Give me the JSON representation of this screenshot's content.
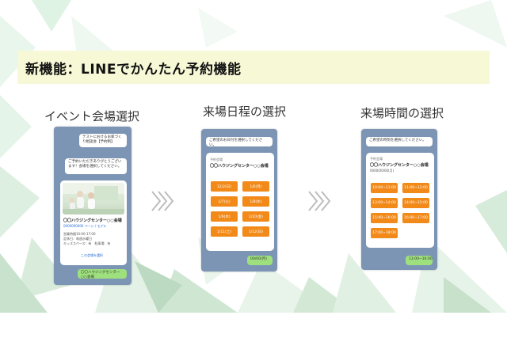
{
  "header": {
    "title": "新機能：LINEでかんたん予約機能"
  },
  "steps": [
    {
      "label": "イベント会場選択"
    },
    {
      "label": "来場日程の選択"
    },
    {
      "label": "来場時間の選択"
    }
  ],
  "phone1": {
    "msg_top": "テストにおけるお家づくり相談会【予約制】",
    "msg_select": "ご予約いただきありがとうございます！会場を選択してください。",
    "venue_name": "〇〇ハウジングセンター○○会場",
    "venue_sub": "0000000000 ページ / モデル",
    "info_lines": [
      "営業時間10:00-17:00",
      "定休日：毎週水曜日",
      "キッズスペース：有　駐車場：有"
    ],
    "select_link": "この会場を選択",
    "reply": "〇〇ハウジングセンター○○会場"
  },
  "phone2": {
    "prompt": "ご希望のお日付を選択してください。",
    "card_small": "予約会場",
    "venue_name": "〇〇ハウジングセンター○○会場",
    "dates": [
      "12/2(日)",
      "1/6(月)",
      "1/7(火)",
      "1/8(水)",
      "1/9(木)",
      "1/10(金)",
      "1/11(土)",
      "1/12(日)"
    ],
    "reply": "00/00(月)"
  },
  "phone3": {
    "prompt": "ご希望の時刻を選択してください。",
    "card_small": "予約会場",
    "venue_name": "〇〇ハウジングセンター○○会場",
    "card_date": "0000/00/00(月)",
    "times": [
      "10:00~11:00",
      "11:00~12:00",
      "13:00~14:00",
      "14:00~15:00",
      "15:00~16:00",
      "16:00~17:00",
      "17:00~18:00"
    ],
    "reply": "13:00~16:00"
  },
  "colors": {
    "phone_bg": "#7d95b5",
    "button": "#f28a1a",
    "reply_bubble": "#9ee07d",
    "title_band": "#f7f8d6"
  }
}
